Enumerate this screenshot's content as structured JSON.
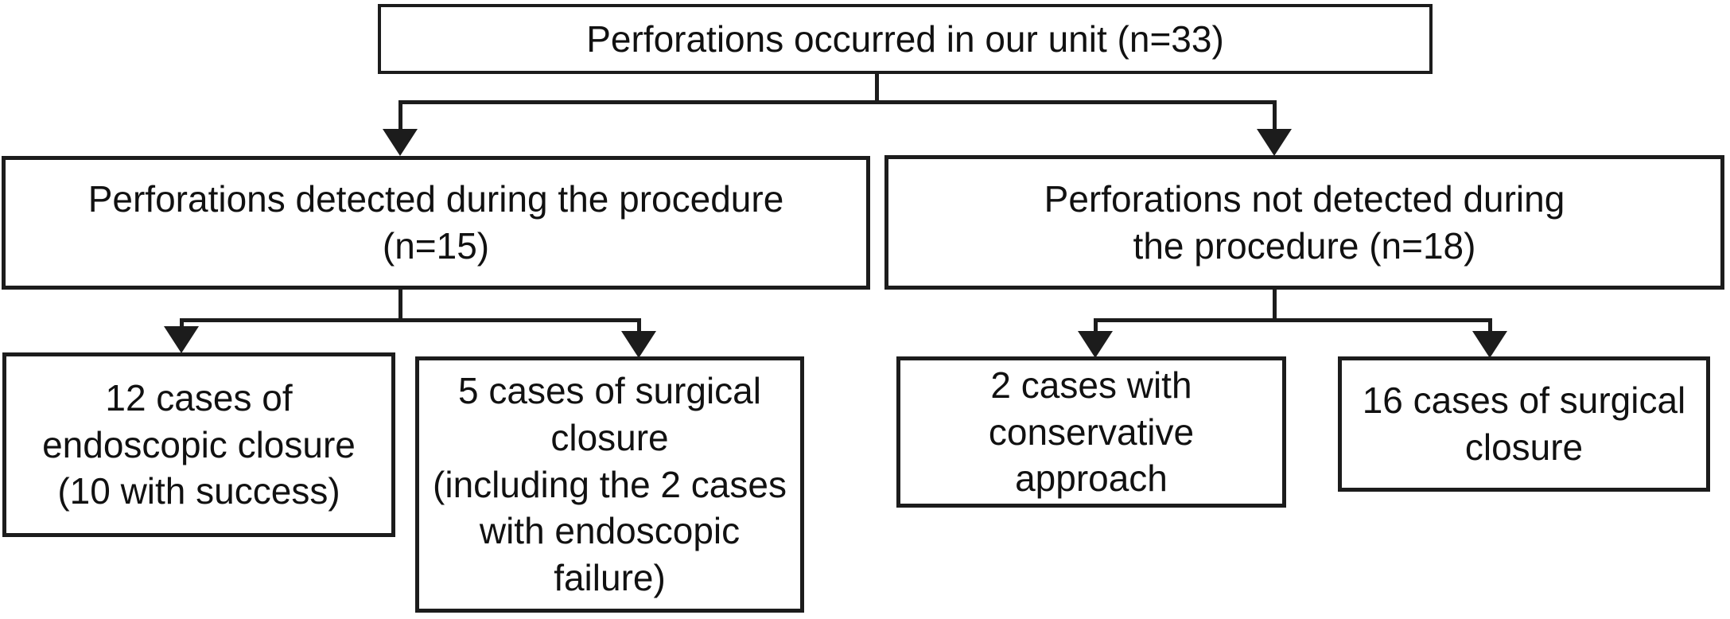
{
  "diagram": {
    "type": "flowchart",
    "colors": {
      "line": "#1c1c1c",
      "box_background": "#ffffff",
      "text": "#111111"
    },
    "nodes": {
      "root": {
        "label": "Perforations occurred in our unit (n=33)",
        "n": 33
      },
      "detected": {
        "label": "Perforations detected during the procedure\n(n=15)",
        "n": 15
      },
      "not_detected": {
        "label": "Perforations not detected during\nthe procedure (n=18)",
        "n": 18
      },
      "endoscopic": {
        "label": "12 cases of\nendoscopic closure\n(10 with success)",
        "n": 12
      },
      "surgical_detected": {
        "label": "5 cases of surgical\nclosure\n(including the 2 cases\nwith endoscopic\nfailure)",
        "n": 5
      },
      "conservative": {
        "label": "2 cases with\nconservative\napproach",
        "n": 2
      },
      "surgical_not_detected": {
        "label": "16 cases of surgical\nclosure",
        "n": 16
      }
    },
    "edges": [
      {
        "from": "root",
        "to": "detected"
      },
      {
        "from": "root",
        "to": "not_detected"
      },
      {
        "from": "detected",
        "to": "endoscopic"
      },
      {
        "from": "detected",
        "to": "surgical_detected"
      },
      {
        "from": "not_detected",
        "to": "conservative"
      },
      {
        "from": "not_detected",
        "to": "surgical_not_detected"
      }
    ]
  }
}
